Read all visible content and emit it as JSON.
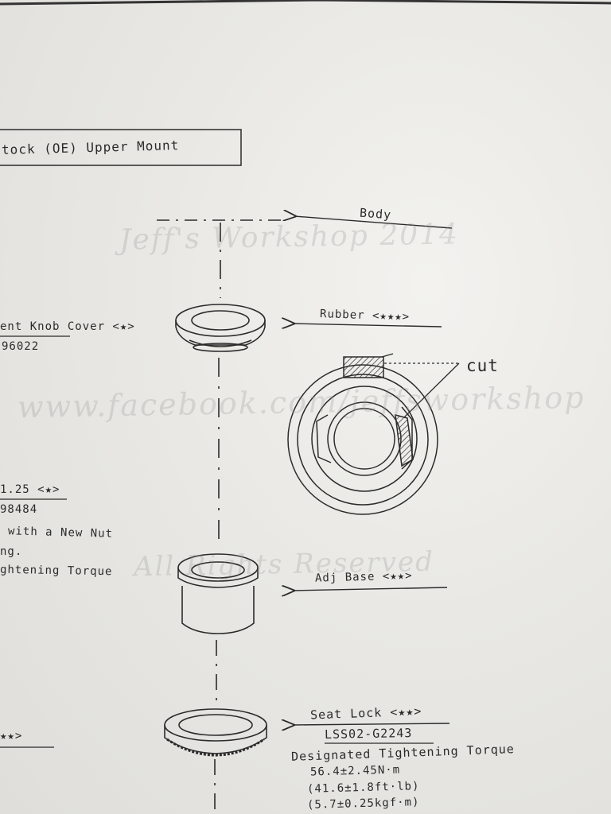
{
  "title": "tock (OE) Upper Mount",
  "labels": {
    "body": "Body",
    "rubber": "Rubber <★★★>",
    "cut": "cut",
    "adj_base": "Adj Base <★★>",
    "seat_lock": "Seat Lock <★★>",
    "seat_lock_part": "LSS02-G2243",
    "torque_heading": "Designated Tightening Torque",
    "torque_nm": "56.4±2.45N·m",
    "torque_ftlb": "(41.6±1.8ft·lb)",
    "torque_kgf": "(5.7±0.25kgf·m)"
  },
  "left_labels": {
    "knob_cover": "ent Knob Cover <★>",
    "knob_cover_part": "96022",
    "nut_size": "1.25 <★>",
    "nut_part": "98484",
    "nut_note1": "with a New Nut",
    "nut_note2": "ng.",
    "nut_note3": "ghtening Torque",
    "bottom_stars": "★★>"
  },
  "watermarks": {
    "w1": "Jeff's Workshop 2014",
    "w2": "www.facebook.com/jeffsworkshop",
    "w3": "All Rights Reserved"
  },
  "colors": {
    "ink": "#2b2b2b",
    "paper": "#ecebe7",
    "watermark": "#969696"
  }
}
